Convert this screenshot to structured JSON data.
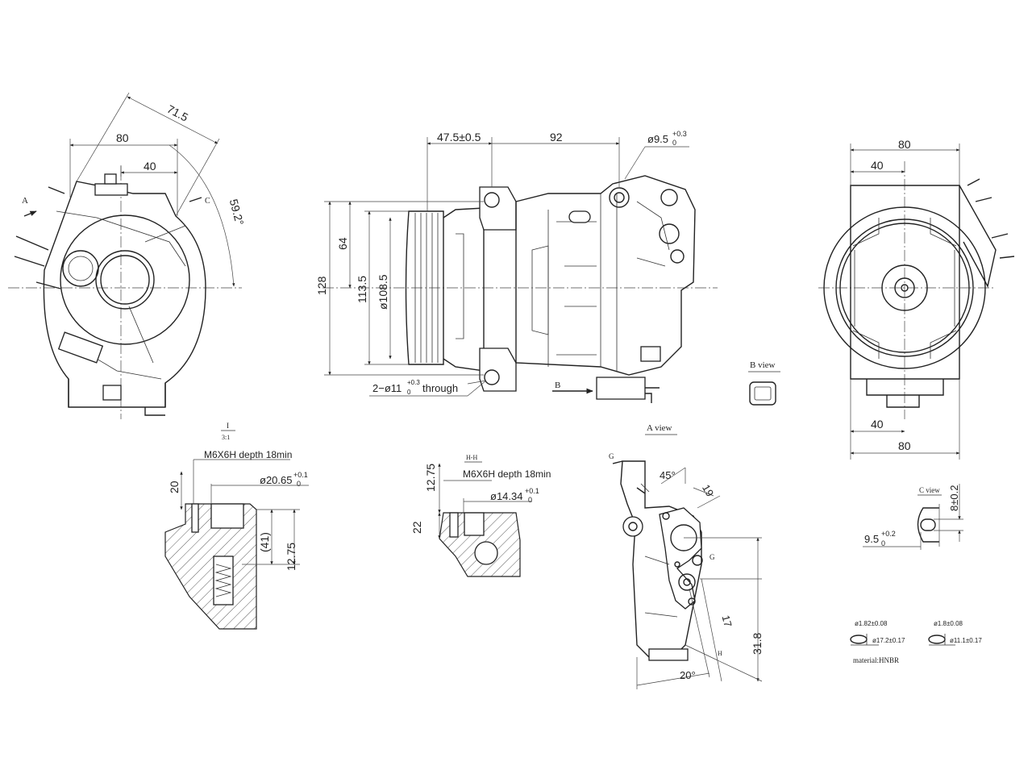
{
  "left_view": {
    "dim_71_5": "71.5",
    "dim_80": "80",
    "dim_40": "40",
    "dim_59_2": "59.2°",
    "label_a": "A",
    "label_c": "C"
  },
  "center_view": {
    "dim_47_5": "47.5±0.5",
    "dim_92": "92",
    "dim_phi95_main": "ø9.5",
    "dim_phi95_tol": "+0.3",
    "dim_phi95_tol2": "0",
    "dim_128": "128",
    "dim_64": "64",
    "dim_113_5": "113.5",
    "dim_phi108_5": "ø108.5",
    "through_main": "2−ø11",
    "through_tol": "+0.3",
    "through_tol2": "0",
    "through_suffix": "through",
    "label_b": "B"
  },
  "right_view": {
    "dim_80_top": "80",
    "dim_40_top": "40",
    "dim_40_bottom": "40",
    "dim_80_bottom": "80"
  },
  "b_view": {
    "title": "B view"
  },
  "a_view": {
    "title": "A view"
  },
  "detail_i": {
    "title_top": "I",
    "title_bottom": "3:1",
    "thread": "M6X6H  depth  18min",
    "dim_20": "20",
    "dim_phi_main": "ø20.65",
    "dim_phi_tol": "+0.1",
    "dim_phi_tol2": "0",
    "dim_41": "(41)",
    "dim_12_75": "12.75"
  },
  "detail_hh": {
    "title": "H-H",
    "thread": "M6X6H  depth  18min",
    "dim_12_75": "12.75",
    "dim_phi_main": "ø14.34",
    "dim_phi_tol": "+0.1",
    "dim_phi_tol2": "0",
    "dim_22": "22"
  },
  "section_g": {
    "label_g_top": "G",
    "label_g_right": "G",
    "label_h": "H",
    "dim_45": "45°",
    "dim_19": "19",
    "dim_17": "17",
    "dim_31_8": "31.8",
    "dim_20": "20°"
  },
  "c_view": {
    "title": "C view",
    "dim_8": "8±0.2",
    "dim_9_5_main": "9.5",
    "dim_9_5_tol": "+0.2",
    "dim_9_5_tol2": "0"
  },
  "orings": {
    "ring1_wire": "ø1.82±0.08",
    "ring1_id": "ø17.2±0.17",
    "ring2_wire": "ø1.8±0.08",
    "ring2_id": "ø11.1±0.17",
    "material": "material:HNBR"
  }
}
